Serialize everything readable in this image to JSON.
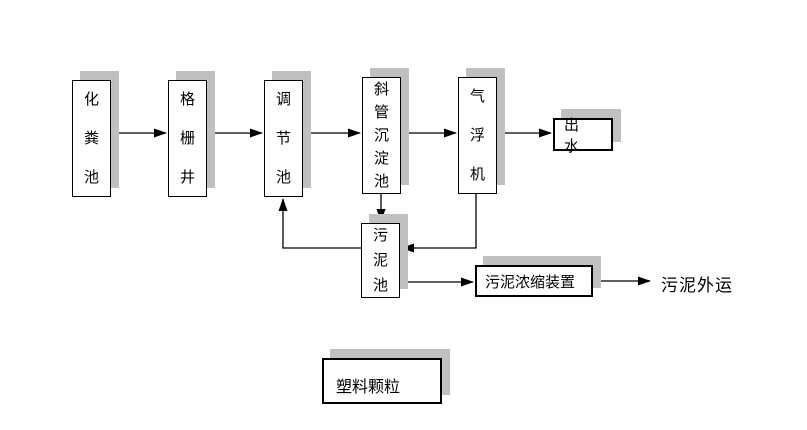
{
  "diagram": {
    "nodes": {
      "septic_tank": "化粪池",
      "grid_well": "格栅井",
      "regulating_tank": "调节池",
      "inclined_tube_settling_tank": "斜管沉淀池",
      "air_flotation_machine": "气浮机",
      "effluent": "出水",
      "sludge_tank": "污泥池",
      "sludge_thickening_unit": "污泥浓缩装置",
      "plastic_granules": "塑料颗粒"
    },
    "end_label": "污泥外运",
    "edges": [
      {
        "from": "化粪池",
        "to": "格栅井"
      },
      {
        "from": "格栅井",
        "to": "调节池"
      },
      {
        "from": "调节池",
        "to": "斜管沉淀池"
      },
      {
        "from": "斜管沉淀池",
        "to": "气浮机"
      },
      {
        "from": "气浮机",
        "to": "出水"
      },
      {
        "from": "斜管沉淀池",
        "to": "污泥池"
      },
      {
        "from": "气浮机",
        "to": "污泥池"
      },
      {
        "from": "污泥池",
        "to": "调节池"
      },
      {
        "from": "污泥池",
        "to": "污泥浓缩装置"
      },
      {
        "from": "污泥浓缩装置",
        "to": "污泥外运"
      }
    ],
    "colors": {
      "background": "#ffffff",
      "border": "#000000",
      "line": "#000000",
      "shadow": "#c0c0c0",
      "text": "#000000"
    }
  }
}
